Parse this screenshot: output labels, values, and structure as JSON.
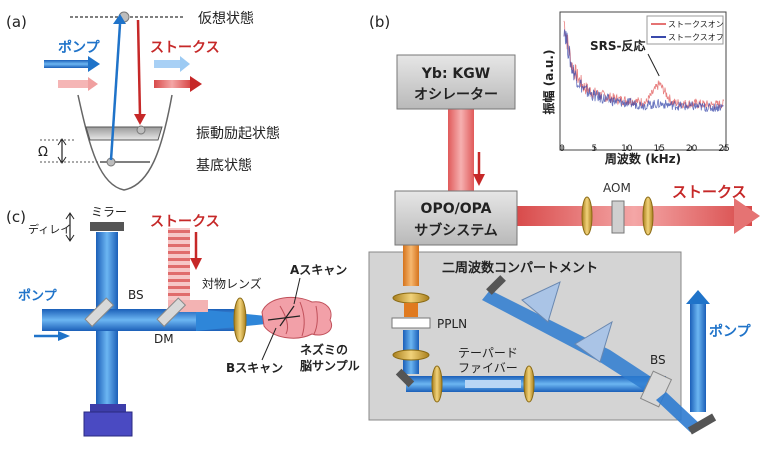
{
  "panel_a": {
    "panel_label": "(a)",
    "virtual_state": "仮想状態",
    "pump": "ポンプ",
    "stokes": "ストークス",
    "vibrational_state": "振動励起状態",
    "ground_state": "基底状態",
    "omega": "Ω"
  },
  "panel_b": {
    "panel_label": "(b)",
    "laser_line1": "Yb: KGW",
    "laser_line2": "オシレーター",
    "opo_line1": "OPO/OPA",
    "opo_line2": "サブシステム",
    "aom": "AOM",
    "stokes": "ストークス",
    "shg_title": "二周波数コンパートメント",
    "ppln": "PPLN",
    "fiber_line1": "テーパード",
    "fiber_line2": "ファイバー",
    "bs": "BS",
    "pump": "ポンプ"
  },
  "panel_c": {
    "panel_label": "(c)",
    "delay": "ディレイ",
    "mirror": "ミラー",
    "stokes": "ストークス",
    "pump": "ポンプ",
    "bs": "BS",
    "dm": "DM",
    "objective": "対物レンズ",
    "a_scan": "Aスキャン",
    "b_scan": "Bスキャン",
    "sample_line1": "ネズミの",
    "sample_line2": "脳サンプル"
  },
  "colors": {
    "pump_blue": "#1f73c9",
    "stokes_red": "#c62828",
    "orange": "#e07a1f",
    "panel_gray": "#d4d4d4"
  },
  "chart_data": {
    "type": "line",
    "xlabel": "周波数 (kHz)",
    "ylabel": "振幅 (a.u.)",
    "x_ticks": [
      "0",
      "5",
      "10",
      "15",
      "20",
      "25"
    ],
    "xlim": [
      0,
      25
    ],
    "annotation": "SRS-反応",
    "annotation_x": 15,
    "series": [
      {
        "name": "ストークスオン",
        "color": "#e57373",
        "x": [
          0.3,
          0.8,
          1.5,
          2.5,
          3.5,
          5,
          7,
          9,
          11,
          13,
          15,
          17,
          19,
          21,
          23,
          25
        ],
        "values": [
          0.95,
          0.8,
          0.62,
          0.52,
          0.45,
          0.41,
          0.38,
          0.36,
          0.35,
          0.34,
          0.48,
          0.34,
          0.33,
          0.33,
          0.32,
          0.33
        ]
      },
      {
        "name": "ストークスオフ",
        "color": "#3949ab",
        "x": [
          0.3,
          0.8,
          1.5,
          2.5,
          3.5,
          5,
          7,
          9,
          11,
          13,
          15,
          17,
          19,
          21,
          23,
          25
        ],
        "values": [
          0.92,
          0.78,
          0.6,
          0.5,
          0.43,
          0.39,
          0.36,
          0.34,
          0.33,
          0.32,
          0.33,
          0.32,
          0.31,
          0.31,
          0.3,
          0.31
        ]
      }
    ]
  }
}
